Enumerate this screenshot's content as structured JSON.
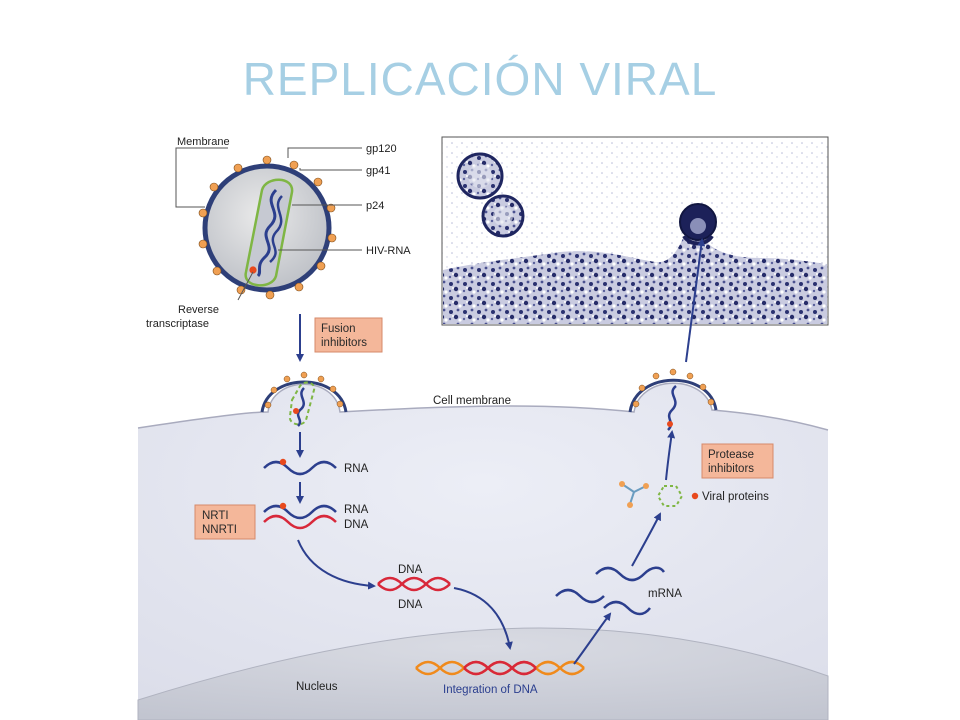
{
  "title": "REPLICACIÓN VIRAL",
  "virion_labels": {
    "membrane": "Membrane",
    "gp120": "gp120",
    "gp41": "gp41",
    "p24": "p24",
    "hiv_rna": "HIV-RNA",
    "reverse_transcriptase_line1": "Reverse",
    "reverse_transcriptase_line2": "transcriptase"
  },
  "inhibitor_boxes": {
    "fusion_line1": "Fusion",
    "fusion_line2": "inhibitors",
    "nrti_line1": "NRTI",
    "nrti_line2": "NNRTI",
    "protease_line1": "Protease",
    "protease_line2": "inhibitors"
  },
  "cell_labels": {
    "cell_membrane": "Cell membrane",
    "rna": "RNA",
    "rna_pair_top": "RNA",
    "dna_pair_bottom": "DNA",
    "dna_top": "DNA",
    "dna_bottom": "DNA",
    "mrna": "mRNA",
    "viral_proteins": "Viral proteins",
    "nucleus": "Nucleus",
    "integration": "Integration of DNA"
  },
  "colors": {
    "title": "#a6cfe4",
    "virus_envelope": "#2e3f78",
    "capsid": "#7fb644",
    "rna_strand": "#2c3f8e",
    "dna_red": "#d8283a",
    "integration_orange": "#f08a1c",
    "inhibitor_box": "#f4b79a",
    "cell_fill": "#e6e7f1",
    "nucleus_fill": "#cdd0d9"
  }
}
